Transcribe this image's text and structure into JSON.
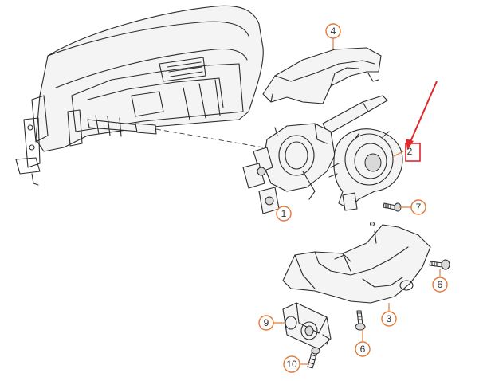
{
  "colors": {
    "callout": "#e07b39",
    "highlight": "#e3262a",
    "line": "#2b2b2b"
  },
  "callouts": [
    {
      "id": "c1",
      "label": "1"
    },
    {
      "id": "c2",
      "label": "2"
    },
    {
      "id": "c3",
      "label": "3"
    },
    {
      "id": "c4",
      "label": "4"
    },
    {
      "id": "c6a",
      "label": "6"
    },
    {
      "id": "c6b",
      "label": "6"
    },
    {
      "id": "c7",
      "label": "7"
    },
    {
      "id": "c9",
      "label": "9"
    },
    {
      "id": "c10",
      "label": "10"
    }
  ],
  "highlight": {
    "target_label": "2"
  }
}
